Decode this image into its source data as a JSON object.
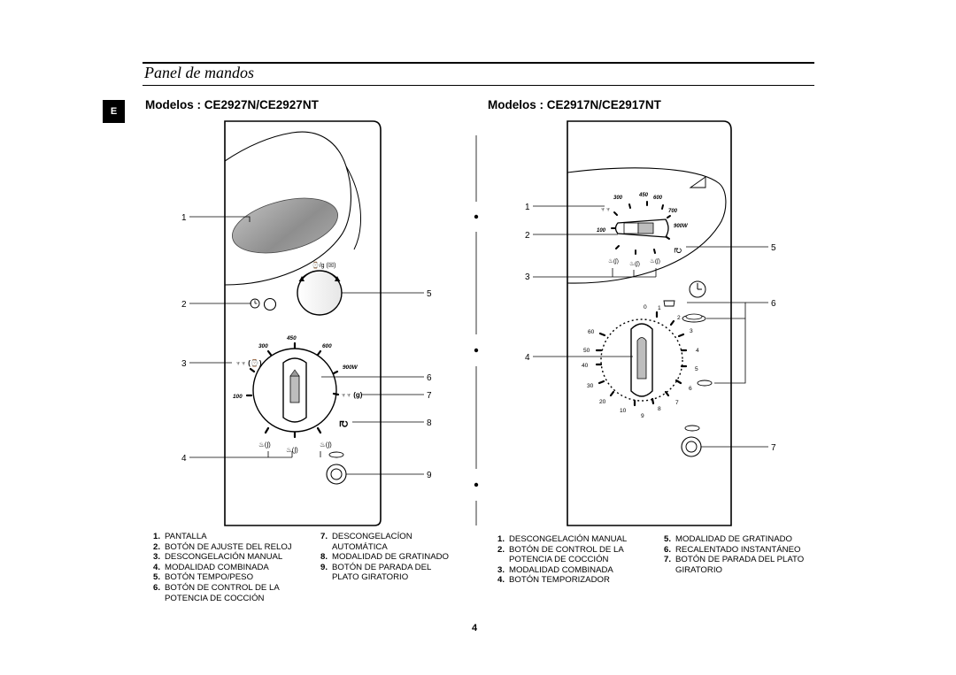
{
  "page": {
    "title": "Panel de mandos",
    "language_tab": "E",
    "page_number": "4"
  },
  "left_panel": {
    "heading": "Modelos : CE2927N/CE2927NT",
    "callouts": [
      "1",
      "2",
      "3",
      "4",
      "5",
      "6",
      "7",
      "8",
      "9"
    ],
    "dial_labels": [
      "450",
      "300",
      "600",
      "900W",
      "100"
    ],
    "legend_col1": [
      {
        "num": "1.",
        "text": "PANTALLA"
      },
      {
        "num": "2.",
        "text": "BOTÓN DE AJUSTE DEL RELOJ"
      },
      {
        "num": "3.",
        "text": "DESCONGELACIÓN MANUAL"
      },
      {
        "num": "4.",
        "text": "MODALIDAD COMBINADA"
      },
      {
        "num": "5.",
        "text": "BOTÓN TEMPO/PESO"
      },
      {
        "num": "6.",
        "text": "BOTÓN DE CONTROL DE LA POTENCIA DE COCCIÓN"
      }
    ],
    "legend_col2": [
      {
        "num": "7.",
        "text": "DESCONGELACÍON AUTOMÁTICA"
      },
      {
        "num": "8.",
        "text": "MODALIDAD DE GRATINADO"
      },
      {
        "num": "9.",
        "text": "BOTÓN DE PARADA DEL PLATO GIRATORIO"
      }
    ]
  },
  "right_panel": {
    "heading": "Modelos : CE2917N/CE2917NT",
    "callouts": [
      "1",
      "2",
      "3",
      "4",
      "5",
      "6",
      "7"
    ],
    "dial_labels": [
      "450",
      "300",
      "600",
      "700",
      "900W",
      "100"
    ],
    "timer_labels": [
      "0",
      "1",
      "2",
      "3",
      "4",
      "5",
      "6",
      "7",
      "8",
      "9",
      "10",
      "20",
      "30",
      "40",
      "50",
      "60"
    ],
    "legend_col1": [
      {
        "num": "1.",
        "text": "DESCONGELACIÓN MANUAL"
      },
      {
        "num": "2.",
        "text": "BOTÓN DE CONTROL DE LA POTENCIA DE COCCIÓN"
      },
      {
        "num": "3.",
        "text": "MODALIDAD COMBINADA"
      },
      {
        "num": "4.",
        "text": "BOTÓN TEMPORIZADOR"
      }
    ],
    "legend_col2": [
      {
        "num": "5.",
        "text": "MODALIDAD DE GRATINADO"
      },
      {
        "num": "6.",
        "text": "RECALENTADO INSTANTÁNEO"
      },
      {
        "num": "7.",
        "text": "BOTÓN DE PARADA DEL PLATO GIRATORIO"
      }
    ]
  }
}
